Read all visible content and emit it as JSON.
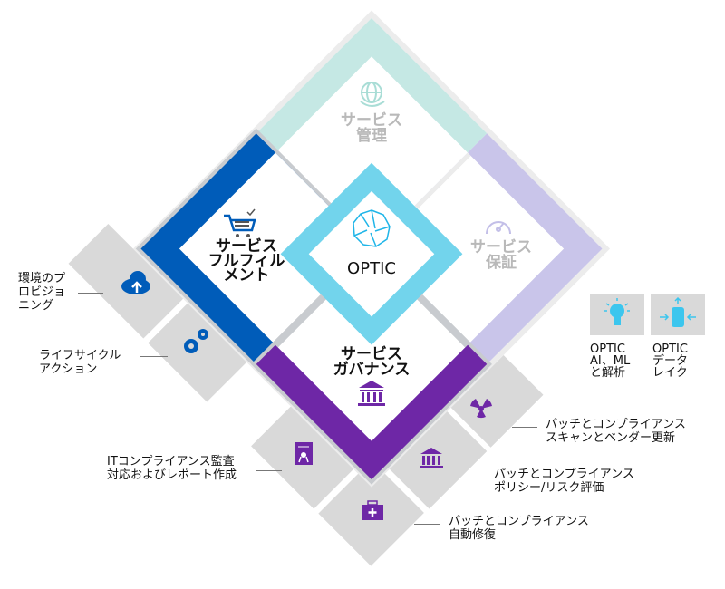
{
  "center": {
    "label": "OPTIC"
  },
  "quadrants": {
    "management": {
      "lines": [
        "サービス",
        "管理"
      ],
      "color": "#c5e8e4"
    },
    "assurance": {
      "lines": [
        "サービス",
        "保証"
      ],
      "color": "#c9c5ea"
    },
    "fulfillment": {
      "lines": [
        "サービス",
        "フルフィル",
        "メント"
      ],
      "color": "#005cb9"
    },
    "governance": {
      "lines": [
        "サービス",
        "ガバナンス"
      ],
      "color": "#6e27a6"
    }
  },
  "center_color": "#72d4ec",
  "tile_color": "#d9d9d9",
  "capabilities": {
    "provisioning": [
      "環境のプ",
      "ロビジョ",
      "ニング"
    ],
    "lifecycle": [
      "ライフサイクル",
      "アクション"
    ],
    "audit": [
      "ITコンプライアンス監査",
      "対応およびレポート作成"
    ],
    "scan": [
      "パッチとコンプライアンス",
      "スキャンとベンダー更新"
    ],
    "policy": [
      "パッチとコンプライアンス",
      "ポリシー/リスク評価"
    ],
    "remediation": [
      "パッチとコンプライアンス",
      "自動修復"
    ]
  },
  "optic_boxes": {
    "ai": [
      "OPTIC",
      "AI、ML",
      "と解析"
    ],
    "datalake": [
      "OPTIC",
      "データ",
      "レイク"
    ]
  }
}
